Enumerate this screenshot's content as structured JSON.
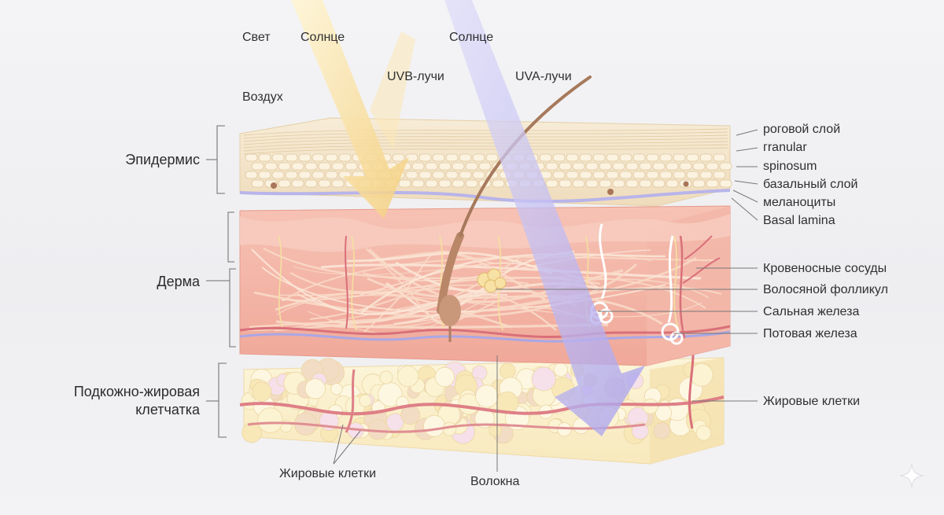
{
  "sky_labels": {
    "light": "Свет",
    "sun_left": "Солнце",
    "sun_right": "Солнце",
    "air": "Воздух",
    "uvb": "UVB-лучи",
    "uva": "UVA-лучи"
  },
  "sections": {
    "epidermis": "Эпидермис",
    "dermis": "Дерма",
    "hypodermis_line1": "Подкожно-жировая",
    "hypodermis_line2": "клетчатка"
  },
  "epidermis_layers": [
    "роговой слой",
    "гranular",
    "spinosum",
    "базальный слой",
    "меланоциты",
    "Basal lamina"
  ],
  "dermis_structures": [
    "Кровеносные сосуды",
    "Волосяной фолликул",
    "Сальная железа",
    "Потовая железа"
  ],
  "hypodermis_right": "Жировые клетки",
  "bottom_labels": {
    "fat_cells": "Жировые клетки",
    "fibers": "Волокна"
  },
  "colors": {
    "epidermis": "#f3e4c8",
    "dermis": "#f2b3a6",
    "fat": "#fbf1cf",
    "uvb_ray": "#f7d58a",
    "uva_ray": "#b9b3f2",
    "vessel": "#d9707a"
  },
  "icons": {
    "sparkle": "sparkle-icon"
  }
}
